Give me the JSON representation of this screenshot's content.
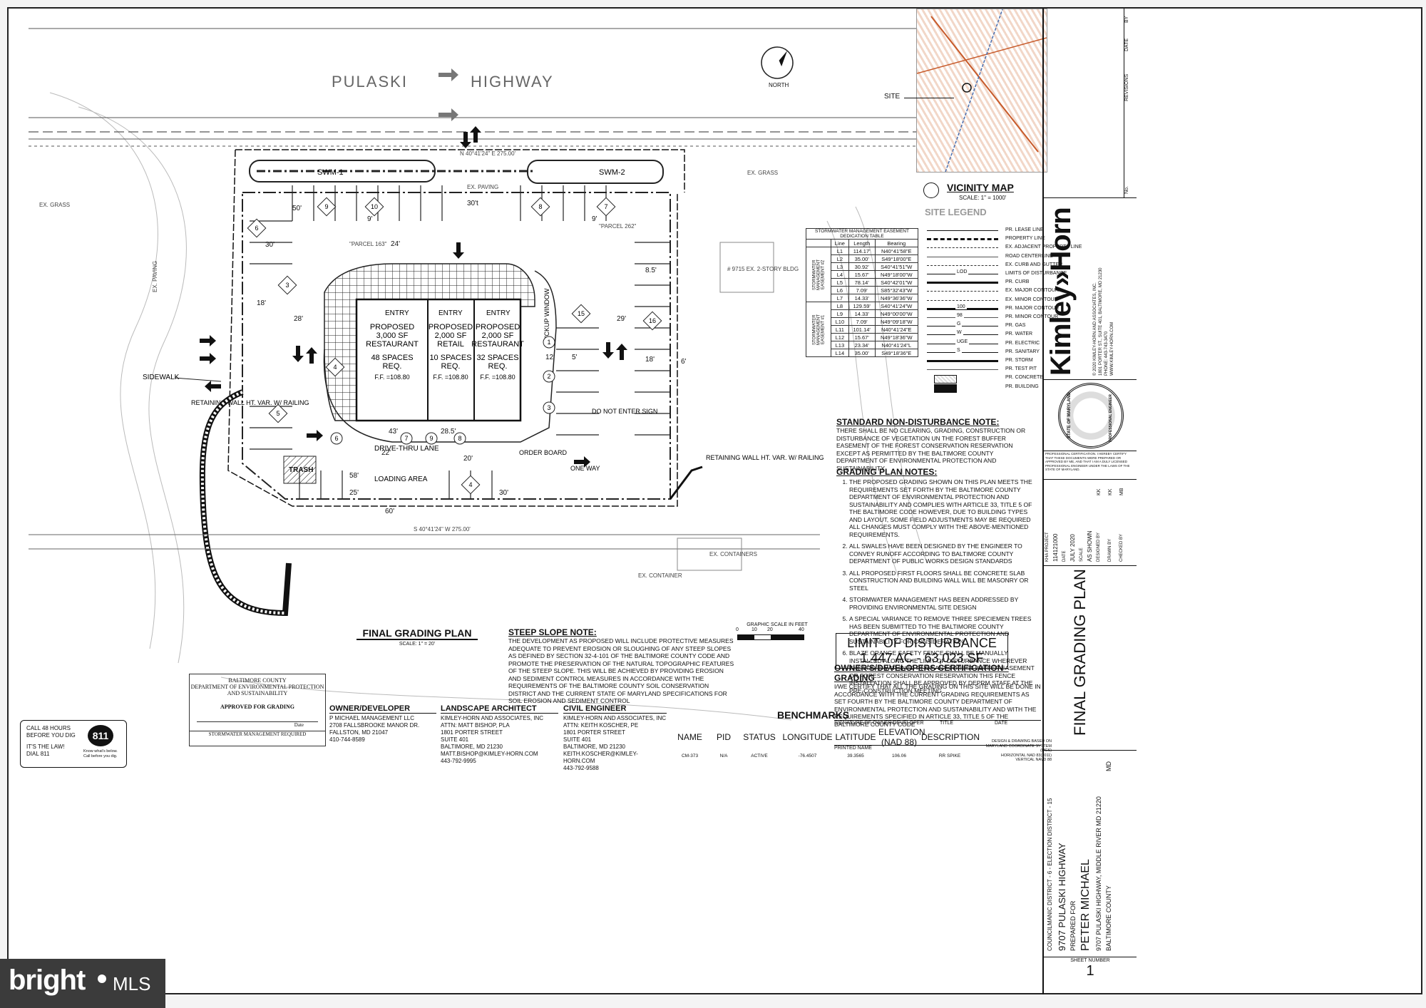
{
  "plan": {
    "road_label_left": "PULASKI",
    "road_label_right": "HIGHWAY",
    "north_label": "NORTH",
    "swm1": "SWM-1",
    "swm2": "SWM-2",
    "restaurant1": {
      "line1": "PROPOSED",
      "line2": "3,000 SF",
      "line3": "RESTAURANT",
      "line4": "48 SPACES",
      "line5": "REQ.",
      "ff": "F.F. =108.80"
    },
    "retail": {
      "line1": "PROPOSED",
      "line2": "2,000 SF",
      "line3": "RETAIL",
      "line4": "10 SPACES",
      "line5": "REQ.",
      "ff": "F.F. =108.80"
    },
    "restaurant2": {
      "line1": "PROPOSED",
      "line2": "2,000 SF",
      "line3": "RESTAURANT",
      "line4": "32 SPACES",
      "line5": "REQ.",
      "ff": "F.F. =108.80"
    },
    "entry": "ENTRY",
    "pickup_window": "PICKUP WINDOW",
    "order_board": "ORDER BOARD",
    "drive_thru": "DRIVE-THRU LANE",
    "loading_area": "LOADING AREA",
    "trash": "TRASH",
    "do_not_enter": "DO NOT ENTER SIGN",
    "one_way": "ONE WAY",
    "sidewalk": "SIDEWALK",
    "retaining_left": "RETAINING WALL HT. VAR. W/ RAILING",
    "retaining_right": "RETAINING WALL HT. VAR. W/ RAILING",
    "ex_grass": "EX. GRASS",
    "ex_paving": "EX. PAVING",
    "ex_containers": "EX. CONTAINERS",
    "ex_container": "EX. CONTAINER",
    "ex_bldg": "# 9715 EX. 2-STORY BLDG",
    "parcel_163": "\"PARCEL 163\"",
    "parcel_262": "\"PARCEL 262\"",
    "bearing_top": "N 40°41'24\" E 275.00'",
    "bearing_bottom": "S 40°41'24\" W 275.00'",
    "dims": [
      "50'",
      "30'",
      "18'",
      "28'",
      "9'",
      "24'",
      "12'",
      "5'",
      "8.5'",
      "29'",
      "6'",
      "18'",
      "43'",
      "28.5'",
      "20'",
      "22'",
      "58'",
      "25'",
      "60'",
      "30'",
      "30't",
      "9'"
    ],
    "stall_numbers": [
      "9",
      "10",
      "8",
      "7",
      "6",
      "3",
      "4",
      "5",
      "6",
      "7",
      "9",
      "8",
      "4",
      "15",
      "16",
      "1",
      "2",
      "3"
    ]
  },
  "plan_title": "FINAL GRADING PLAN",
  "plan_scale": "SCALE: 1\" = 20'",
  "graphic_scale": {
    "title": "GRAPHIC SCALE IN FEET",
    "ticks": [
      "0",
      "10",
      "20",
      "40"
    ]
  },
  "steep_slope": {
    "title": "STEEP SLOPE NOTE:",
    "text": "THE DEVELOPMENT AS PROPOSED WILL INCLUDE PROTECTIVE MEASURES ADEQUATE TO PREVENT EROSION OR SLOUGHING OF ANY STEEP SLOPES AS DEFINED BY SECTION 32-4-101 OF THE BALTIMORE COUNTY CODE AND PROMOTE THE PRESERVATION OF THE NATURAL TOPOGRAPHIC FEATURES OF THE STEEP SLOPE. THIS WILL BE ACHIEVED BY PROVIDING EROSION AND SEDIMENT CONTROL MEASURES IN ACCORDANCE WITH THE REQUIREMENTS OF THE BALTIMORE COUNTY SOIL CONSERVATION DISTRICT AND THE CURRENT STATE OF MARYLAND SPECIFICATIONS FOR SOIL EROSION AND SEDIMENT CONTROL"
  },
  "lod_box": {
    "line1": "LIMIT OF DISTURBANCE",
    "line2": "1.447 AC - 63,023 SF"
  },
  "approval": {
    "l1": "BALTIMORE COUNTY",
    "l2": "DEPARTMENT OF ENVIRONMENTAL PROTECTION",
    "l3": "AND SUSTAINABILITY",
    "l4": "APPROVED FOR GRADING",
    "l5": "Date",
    "l6": "STORMWATER MANAGEMENT REQUIRED"
  },
  "call811": {
    "l1": "CALL 48 HOURS",
    "l2": "BEFORE YOU DIG",
    "l3": "IT'S THE LAW!",
    "l4": "DIAL 811",
    "logo": "811",
    "tag1": "Know what's below.",
    "tag2": "Call before you dig."
  },
  "owner": {
    "title": "OWNER/DEVELOPER",
    "lines": [
      "P MICHAEL MANAGEMENT LLC",
      "2708 FALLSBROOKE MANOR DR.",
      "FALLSTON, MD 21047",
      "410-744-8589"
    ]
  },
  "landscape": {
    "title": "LANDSCAPE ARCHITECT",
    "lines": [
      "KIMLEY-HORN AND ASSOCIATES, INC",
      "ATTN: MATT BISHOP, PLA",
      "1801 PORTER STREET",
      "SUITE 401",
      "BALTIMORE, MD 21230",
      "MATT.BISHOP@KIMLEY-HORN.COM",
      "443-792-9995"
    ]
  },
  "civil": {
    "title": "CIVIL ENGINEER",
    "lines": [
      "KIMLEY-HORN AND ASSOCIATES, INC",
      "ATTN: KEITH KOSCHER, PE",
      "1801 PORTER STREET",
      "SUITE 401",
      "BALTIMORE, MD 21230",
      "KEITH.KOSCHER@KIMLEY-HORN.COM",
      "443-792-9588"
    ]
  },
  "benchmarks": {
    "title": "BENCHMARKS",
    "headers": [
      "NAME",
      "PID",
      "STATUS",
      "LONGITUDE",
      "LATITUDE",
      "ELEVATION (NAD 88)",
      "DESCRIPTION"
    ],
    "row": [
      "CM-373",
      "N/A",
      "ACTIVE",
      "-76.4507",
      "39.3565",
      "106.06",
      "RR SPIKE"
    ],
    "note": [
      "DESIGN & DRAWING BASED ON",
      "MARYLAND COORDINATE SYSTEM (MCS)",
      "HORIZONTAL NAD 83(2011)",
      "VERTICAL NAVD 88"
    ]
  },
  "vicinity": {
    "site": "SITE",
    "title": "VICINITY MAP",
    "scale": "SCALE: 1\" = 1000'"
  },
  "site_legend": {
    "title": "SITE LEGEND",
    "rows": [
      {
        "sym": "line",
        "lbl": "PR. LEASE LINE"
      },
      {
        "sym": "dashdot",
        "lbl": "PROPERTY LINE"
      },
      {
        "sym": "dash",
        "lbl": "EX. ADJACENT PROPERTY LINE"
      },
      {
        "sym": "thin",
        "lbl": "ROAD CENTERLINE"
      },
      {
        "sym": "dash",
        "lbl": "EX. CURB AND GUTTER"
      },
      {
        "sym": "lod",
        "lbl": "LIMITS OF DISTURBANCE",
        "code": "LOD"
      },
      {
        "sym": "thick",
        "lbl": "PR. CURB"
      },
      {
        "sym": "dash",
        "lbl": "EX. MAJOR CONTOUR"
      },
      {
        "sym": "dash",
        "lbl": "EX. MINOR CONTOUR"
      },
      {
        "sym": "thick",
        "lbl": "PR. MAJOR CONTOUR",
        "code": "100"
      },
      {
        "sym": "thin",
        "lbl": "PR. MINOR CONTOUR",
        "code": "98"
      },
      {
        "sym": "line",
        "lbl": "PR. GAS",
        "code": "G"
      },
      {
        "sym": "line",
        "lbl": "PR. WATER",
        "code": "W"
      },
      {
        "sym": "line",
        "lbl": "PR. ELECTRIC",
        "code": "UGE"
      },
      {
        "sym": "line",
        "lbl": "PR. SANITARY",
        "code": "S"
      },
      {
        "sym": "thick",
        "lbl": "PR. STORM"
      },
      {
        "sym": "thin",
        "lbl": "PR. TEST PIT"
      },
      {
        "sym": "conc",
        "lbl": "PR. CONCRETE"
      },
      {
        "sym": "bldg",
        "lbl": "PR. BUILDING"
      }
    ]
  },
  "easement": {
    "title": "STORMWATER MANAGEMENT EASEMENT DEDICATION TABLE",
    "headers": [
      "Line",
      "Length",
      "Bearing"
    ],
    "group1": "STORMWATER MANAGEMENT EASEMENT #2",
    "group2": "STORMWATER MANAGEMENT EASEMENT #1",
    "rows": [
      [
        "L1",
        "114.17'",
        "N40°41'58\"E"
      ],
      [
        "L2",
        "35.00'",
        "S49°18'00\"E"
      ],
      [
        "L3",
        "30.92'",
        "S40°41'51\"W"
      ],
      [
        "L4",
        "15.67'",
        "N49°18'00\"W"
      ],
      [
        "L5",
        "78.14'",
        "S40°42'01\"W"
      ],
      [
        "L6",
        "7.09'",
        "S85°32'43\"W"
      ],
      [
        "L7",
        "14.33'",
        "N49°36'36\"W"
      ],
      [
        "L8",
        "129.59'",
        "S40°41'24\"W"
      ],
      [
        "L9",
        "14.33'",
        "N49°00'00\"W"
      ],
      [
        "L10",
        "7.09'",
        "N49°09'18\"W"
      ],
      [
        "L11",
        "101.14'",
        "N40°41'24\"E"
      ],
      [
        "L12",
        "15.67'",
        "N49°18'36\"W"
      ],
      [
        "L13",
        "23.34'",
        "N40°41'24\"L"
      ],
      [
        "L14",
        "35.00'",
        "S49°18'36\"E"
      ]
    ]
  },
  "standard_note": {
    "title": "STANDARD NON-DISTURBANCE NOTE:",
    "text": "THERE SHALL BE NO CLEARING, GRADING, CONSTRUCTION OR DISTURBANCE OF VEGETATION UN THE FOREST BUFFER EASEMENT OF THE FOREST CONSERVATION RESERVATION EXCEPT AS PERMITTED BY THE BALTIMORE COUNTY DEPARTMENT OF ENVIRONMENTAL PROTECTION AND SUSTAINABILITY"
  },
  "grading_notes": {
    "title": "GRADING PLAN NOTES:",
    "items": [
      "THE PROPOSED GRADING SHOWN ON THIS PLAN MEETS THE REQUIREMENTS SET FORTH BY THE BALTIMORE COUNTY DEPARTMENT OF ENVIRONMENTAL PROTECTION AND SUSTAINABILITY AND COMPLIES WITH ARTICLE 33, TITLE 5 OF THE BALTIMORE CODE HOWEVER, DUE TO BUILDING TYPES AND LAYOUT, SOME FIELD ADJUSTMENTS MAY BE REQUIRED ALL CHANGES MUST COMPLY WITH THE ABOVE-MENTIONED REQUIREMENTS.",
      "ALL SWALES HAVE BEEN DESIGNED BY THE ENGINEER TO CONVEY RUNOFF ACCORDING TO BALTIMORE COUNTY DEPARTMENT OF PUBLIC WORKS DESIGN STANDARDS",
      "ALL PROPOSED FIRST FLOORS SHALL BE CONCRETE SLAB CONSTRUCTION AND BUILDING WALL WILL BE MASONRY OR STEEL",
      "STORMWATER MANAGEMENT HAS BEEN ADDRESSED BY PROVIDING ENVIRONMENTAL SITE DESIGN",
      "A SPECIAL VARIANCE TO REMOVE THREE SPECIEMEN TREES HAS BEEN SUBMITTED TO THE BALTIMORE COUNTY DEPARTMENT OF ENVIRONMENTAL PROTECTION AND SUSTAINABILITY FOR CONSIDERATION",
      "BLAZE ORANGE SAFETY FENCE SHALL BE MANUALLY INSTALLED ALONG THE LIMIT OF DISTURBANCE WHEREVER THE LOD IS WITHIN 50 FT OF ANY FOREST BUFFER EASEMENT OR FOREST CONSERVATION RESERVATION THIS FENCE INSTALLATION SHALL BE APPROVED BY DEPRM STAFF AT THE PRE-CONSTRUCTION MEETING"
    ]
  },
  "owner_cert": {
    "title": "OWNER'S/DEVELOPERS CERTIFICATION - GRADING",
    "text": "I/WE CERTIFY THAT ALL THE GRADING ON THIS SITE WILL BE DONE IN ACCORDANCE WITH THE CURRENT GRADING REQUIREMENTS AS SET FOURTH BY THE BALTIMORE COUNTY DEPARTMENT OF ENVIRONMENTAL PROTECTION AND SUSTAINABILITY AND WITH THE REQUIREMENTS SPECIFIED IN ARTICLE 33, TITLE 5 OF THE BALTIMORE COUNTY CODE",
    "sig": "SIGNATURE OF OWNER/DEVELOPER",
    "sig_title": "TITLE",
    "sig_date": "DATE",
    "printed": "PRINTED NAME"
  },
  "title_block": {
    "revisions": "REVISIONS",
    "by": "BY",
    "no": "No.",
    "date": "DATE",
    "firm": "Kimley»Horn",
    "firm_info": [
      "© 2020 KIMLEY-HORN AND ASSOCIATES, INC.",
      "1801 PORTER ST., SUITE 401, BALTIMORE, MD 21230",
      "PHONE: 443-743-3470",
      "WWW.KIMLEY-HORN.COM"
    ],
    "seal": [
      "STATE OF MARYLAND",
      "PROFESSIONAL ENGINEER"
    ],
    "cert": "PROFESSIONAL CERTIFICATION. I HEREBY CERTIFY THAT THESE DOCUMENTS WERE PREPARED OR APPROVED BY ME, AND THAT I AM A DULY LICENSED PROFESSIONAL ENGINEER UNDER THE LAWS OF THE STATE OF MARYLAND.",
    "project_label": "KHA PROJECT",
    "project_no": "114121000",
    "date_label": "DATE",
    "date_val": "JULY 2020",
    "scale_label": "SCALE",
    "scale_val": "AS SHOWN",
    "designed": "DESIGNED BY",
    "designed_val": "KK",
    "drawn": "DRAWN BY",
    "drawn_val": "KK",
    "checked": "CHECKED BY",
    "checked_val": "MB",
    "sheet_title": "FINAL GRADING PLAN",
    "district": "COUNCILMANIC DISTRICT - 6 - ELECTION DISTRICT - 15",
    "project": "9707 PULASKI HIGHWAY",
    "prepared": "PREPARED FOR",
    "client": "PETER MICHAEL",
    "address": "9707 PULASKI HIGHWAY, MIDDLE RIVER MD 21220",
    "county": "BALTIMORE COUNTY",
    "state": "MD",
    "sheet_label": "SHEET NUMBER",
    "sheet_no": "1"
  },
  "watermark": {
    "brand": "bright",
    "sub": "MLS"
  }
}
